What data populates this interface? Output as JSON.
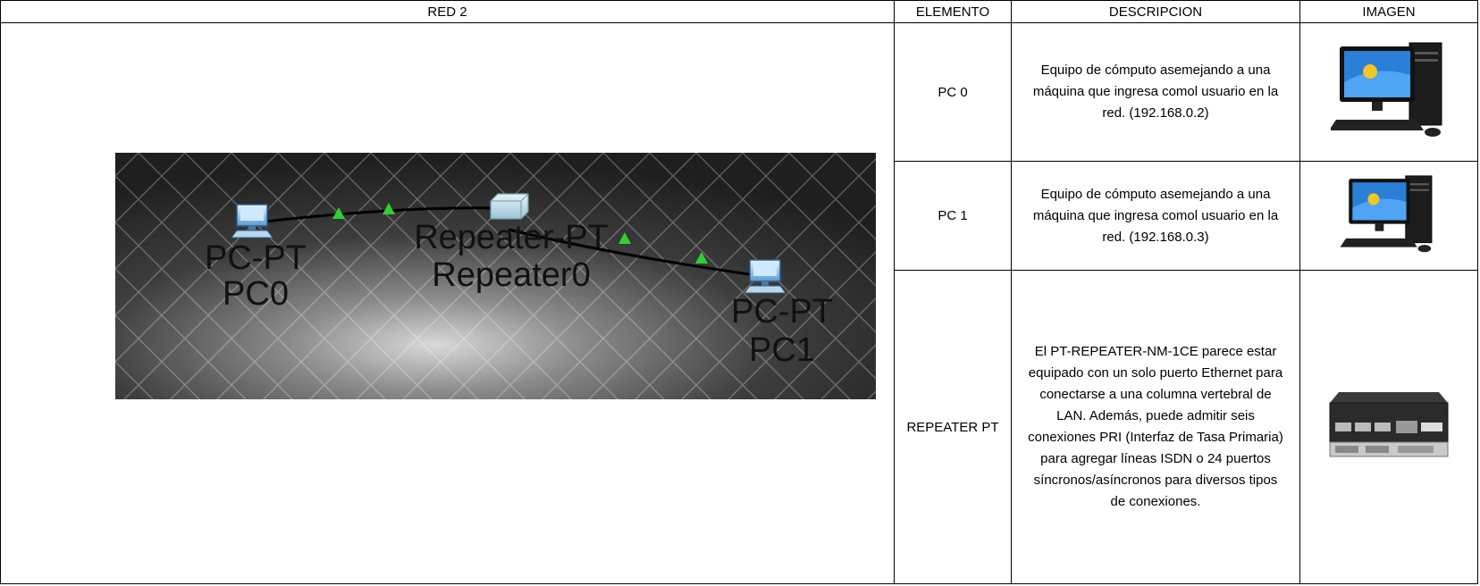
{
  "headers": {
    "red": "RED 2",
    "elemento": "ELEMENTO",
    "descripcion": "DESCRIPCION",
    "imagen": "IMAGEN"
  },
  "diagram": {
    "nodes": [
      {
        "type": "PC-PT",
        "name": "PC0"
      },
      {
        "type": "Repeater-PT",
        "name": "Repeater0"
      },
      {
        "type": "PC-PT",
        "name": "PC1"
      }
    ],
    "link_color": "#000000",
    "link_light_color": "#2fd12f"
  },
  "rows": [
    {
      "element": "PC 0",
      "description_lines": [
        "Equipo de cómputo asemejando a una",
        "máquina que ingresa comol usuario en la",
        "red. (192.168.0.2)"
      ],
      "image_icon": "desktop-pc-icon"
    },
    {
      "element": "PC 1",
      "description_lines": [
        "Equipo de cómputo asemejando a una",
        "máquina que ingresa comol usuario en la",
        "red. (192.168.0.3)"
      ],
      "image_icon": "desktop-pc-icon"
    },
    {
      "element": "REPEATER PT",
      "description_lines": [
        "El PT-REPEATER-NM-1CE parece estar",
        "equipado con un solo puerto Ethernet para",
        "conectarse a una columna vertebral de",
        "LAN. Además, puede admitir seis",
        "conexiones PRI (Interfaz de Tasa Primaria)",
        "para agregar líneas ISDN o 24 puertos",
        "síncronos/asíncronos para diversos tipos",
        "de conexiones."
      ],
      "image_icon": "repeater-device-icon"
    }
  ]
}
